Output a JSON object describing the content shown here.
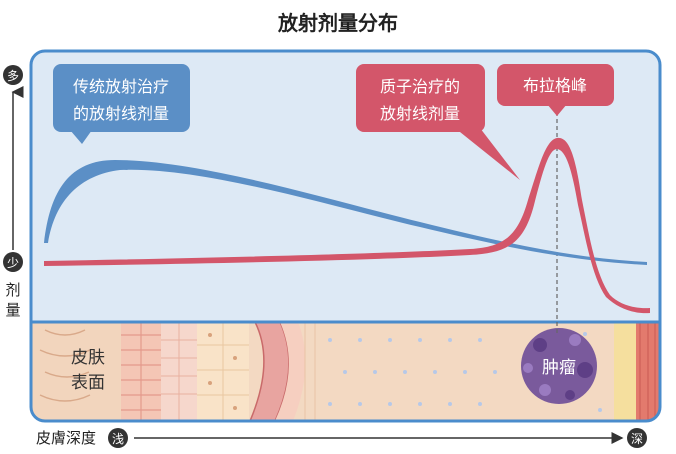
{
  "title": "放射剂量分布",
  "y_axis": {
    "more": "多",
    "less": "少",
    "label_1": "剂",
    "label_2": "量"
  },
  "x_axis": {
    "label": "皮膚深度",
    "shallow": "浅",
    "deep": "深"
  },
  "callouts": {
    "traditional_line1": "传统放射治疗",
    "traditional_line2": "的放射线剂量",
    "proton_line1": "质子治疗的",
    "proton_line2": "放射线剂量",
    "bragg_peak": "布拉格峰"
  },
  "tissue": {
    "skin_line1": "皮肤",
    "skin_line2": "表面",
    "tumor": "肿瘤"
  },
  "colors": {
    "panel_bg": "#dde9f5",
    "panel_border": "#4a8ccc",
    "traditional": "#5b8fc6",
    "proton": "#d3566a",
    "text": "#222222"
  }
}
